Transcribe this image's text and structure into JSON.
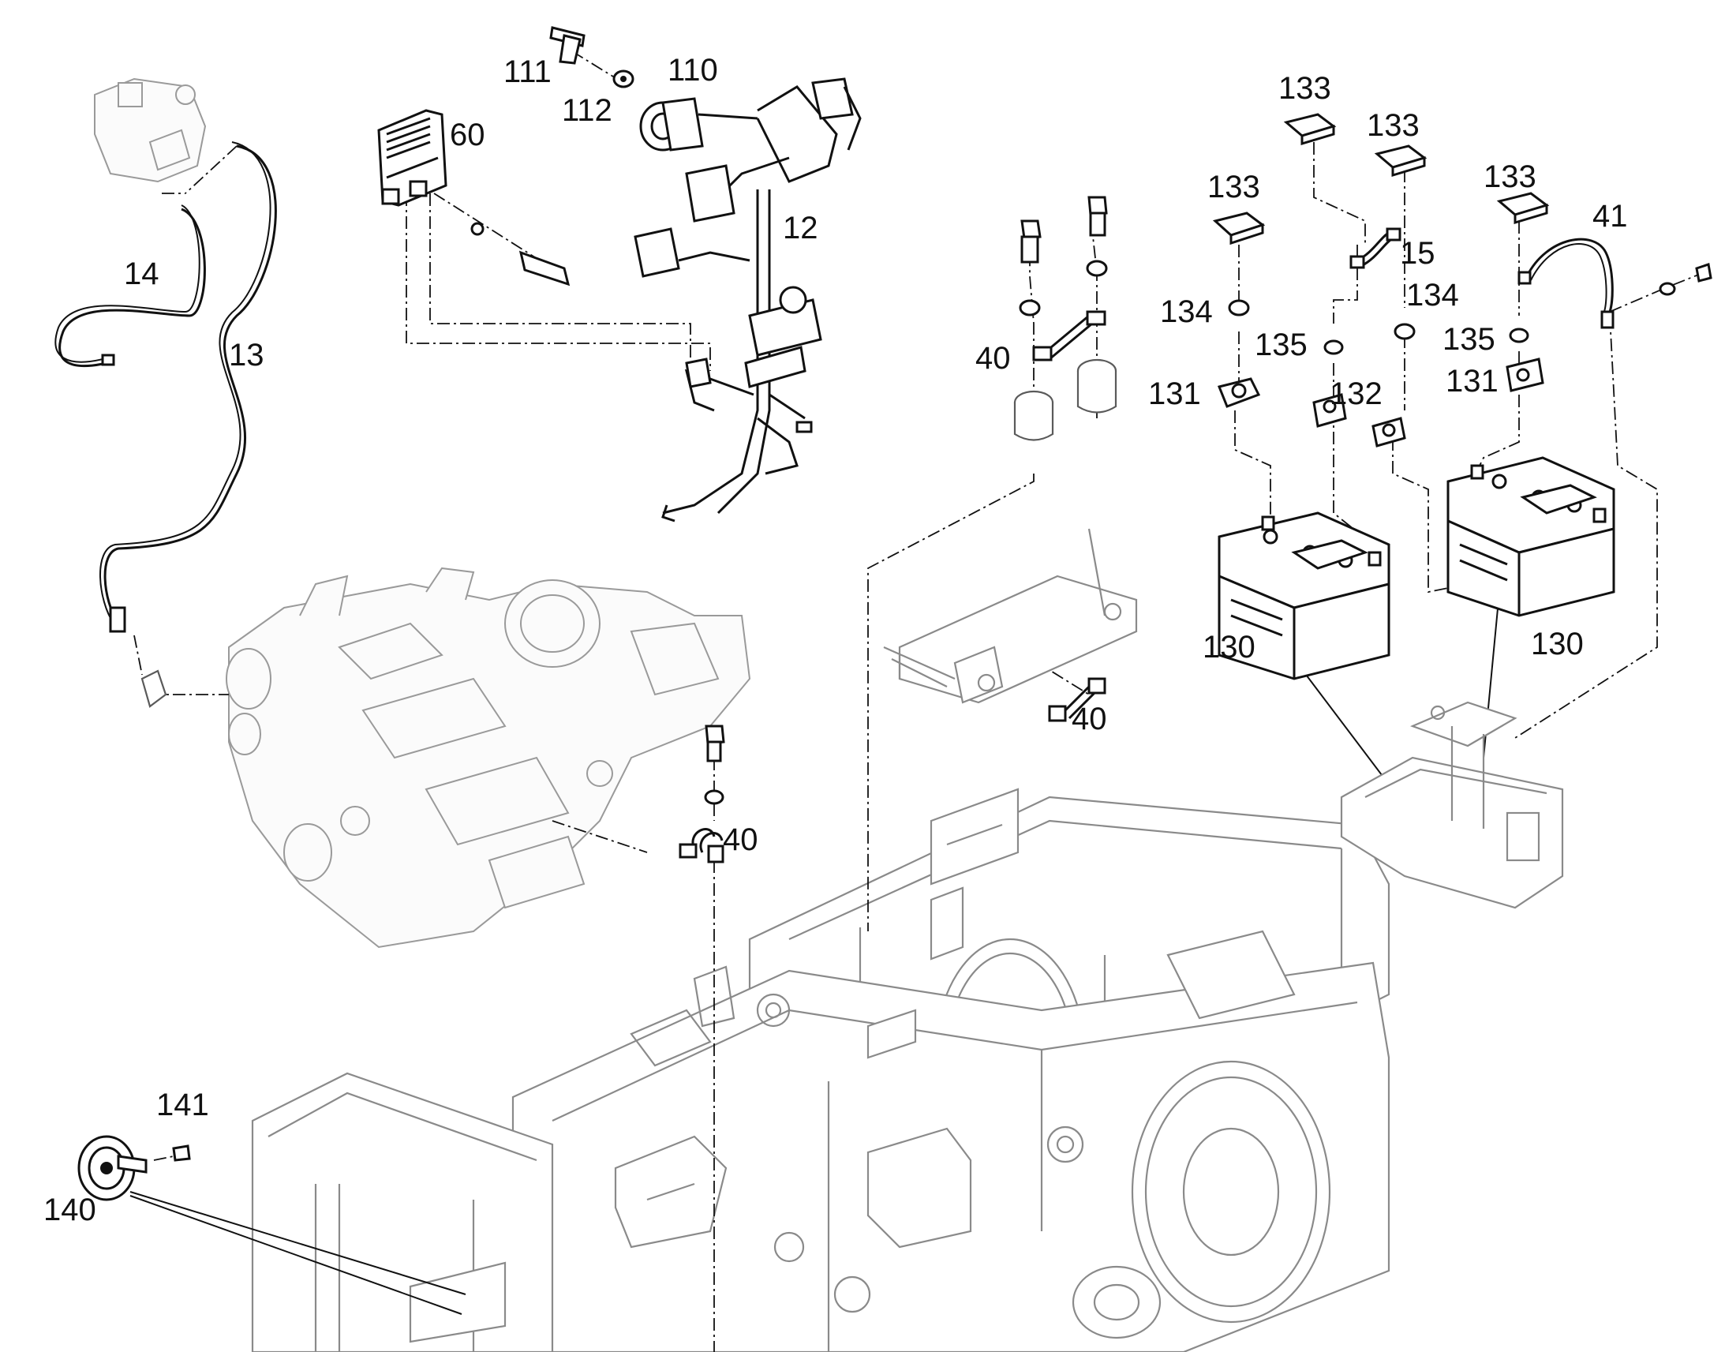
{
  "diagram": {
    "callouts": [
      {
        "id": "c111",
        "text": "111"
      },
      {
        "id": "c112",
        "text": "112"
      },
      {
        "id": "c110",
        "text": "110"
      },
      {
        "id": "c60",
        "text": "60"
      },
      {
        "id": "c12",
        "text": "12"
      },
      {
        "id": "c14",
        "text": "14"
      },
      {
        "id": "c13",
        "text": "13"
      },
      {
        "id": "c40a",
        "text": "40"
      },
      {
        "id": "c40b",
        "text": "40"
      },
      {
        "id": "c40c",
        "text": "40"
      },
      {
        "id": "c133a",
        "text": "133"
      },
      {
        "id": "c133b",
        "text": "133"
      },
      {
        "id": "c133c",
        "text": "133"
      },
      {
        "id": "c133d",
        "text": "133"
      },
      {
        "id": "c15",
        "text": "15"
      },
      {
        "id": "c41",
        "text": "41"
      },
      {
        "id": "c134a",
        "text": "134"
      },
      {
        "id": "c134b",
        "text": "134"
      },
      {
        "id": "c135a",
        "text": "135"
      },
      {
        "id": "c135b",
        "text": "135"
      },
      {
        "id": "c131a",
        "text": "131"
      },
      {
        "id": "c132",
        "text": "132"
      },
      {
        "id": "c131b",
        "text": "131"
      },
      {
        "id": "c130a",
        "text": "130"
      },
      {
        "id": "c130b",
        "text": "130"
      },
      {
        "id": "c141",
        "text": "141"
      },
      {
        "id": "c140",
        "text": "140"
      }
    ],
    "colors": {
      "ink": "#111111",
      "frame": "#8a8a8a",
      "part": "#5a5a5a",
      "background": "#ffffff"
    }
  }
}
